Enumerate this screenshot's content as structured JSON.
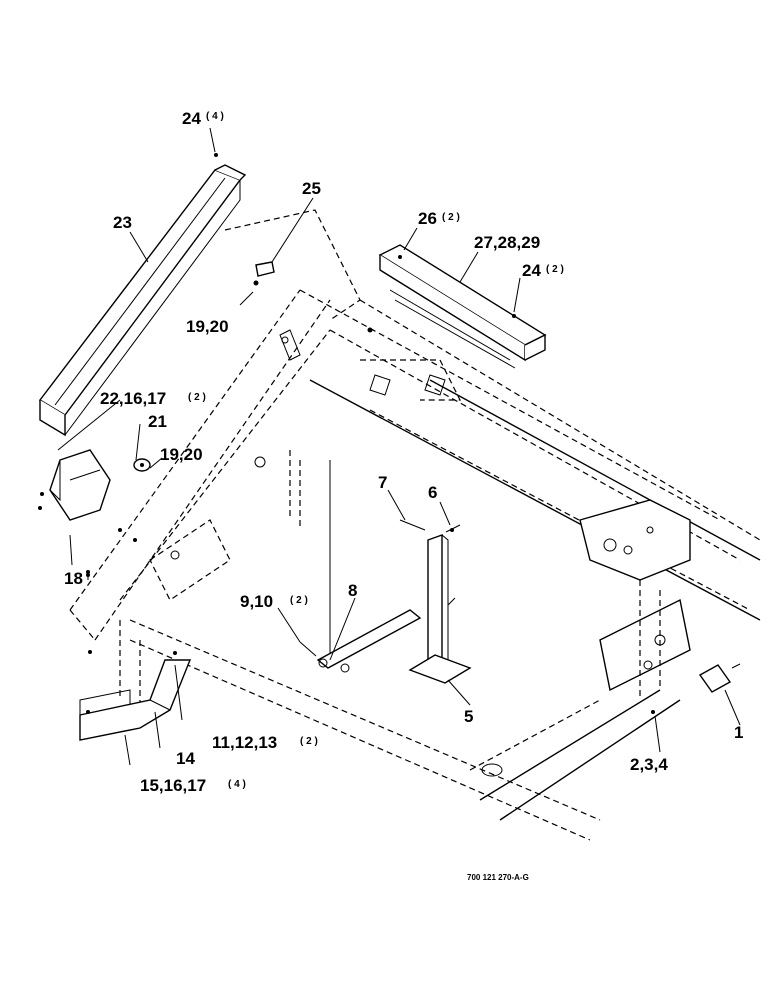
{
  "callouts": {
    "c1": "1",
    "c234": "2,3,4",
    "c5": "5",
    "c6": "6",
    "c7": "7",
    "c8": "8",
    "c910": "9,10",
    "c910_qty": "( 2 )",
    "c111213": "11,12,13",
    "c111213_qty": "( 2 )",
    "c14": "14",
    "c151617": "15,16,17",
    "c151617_qty": "( 4 )",
    "c18": "18",
    "c1920_a": "19,20",
    "c1920_b": "19,20",
    "c21": "21",
    "c221617": "22,16,17",
    "c221617_qty": "( 2 )",
    "c23": "23",
    "c24_top": "24",
    "c24_top_qty": "( 4 )",
    "c24_right": "24",
    "c24_right_qty": "( 2 )",
    "c25": "25",
    "c26": "26",
    "c26_qty": "( 2 )",
    "c272829": "27,28,29"
  },
  "drawing_number": "700 121 270-A-G"
}
